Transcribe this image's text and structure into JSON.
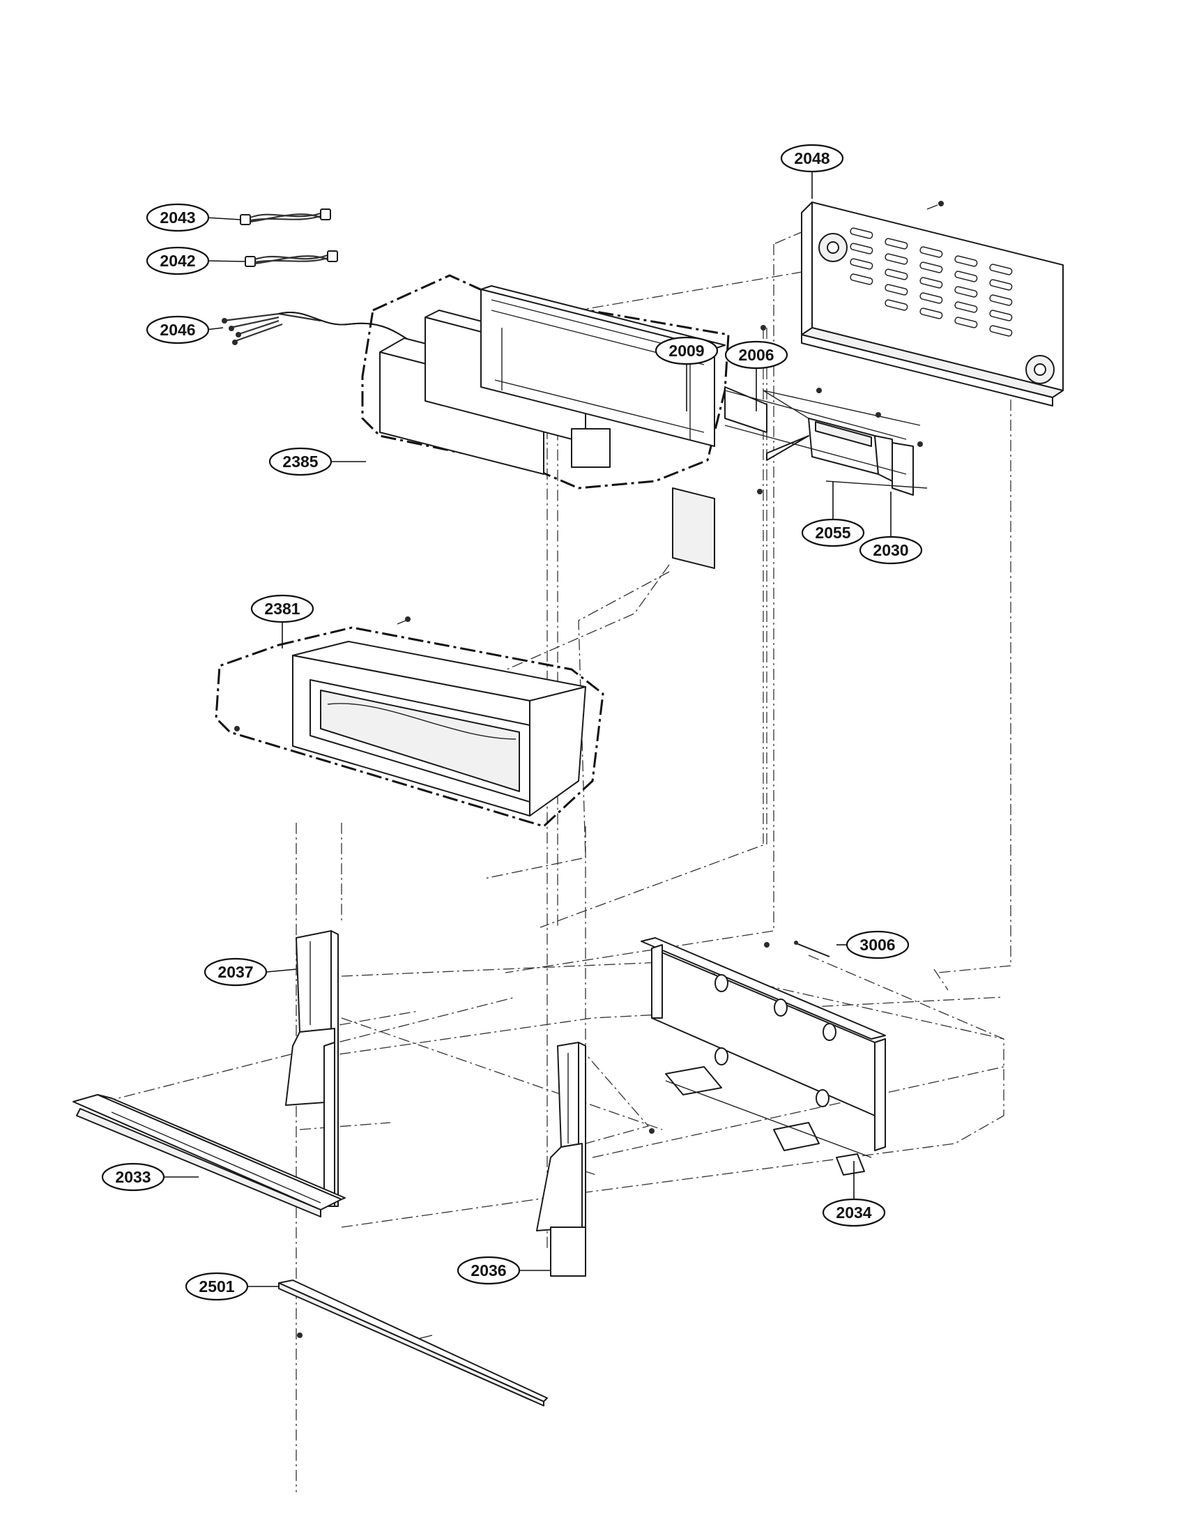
{
  "callouts": [
    {
      "id": "2048",
      "label": "2048"
    },
    {
      "id": "2043",
      "label": "2043"
    },
    {
      "id": "2042",
      "label": "2042"
    },
    {
      "id": "2046",
      "label": "2046"
    },
    {
      "id": "2009",
      "label": "2009"
    },
    {
      "id": "2006",
      "label": "2006"
    },
    {
      "id": "2385",
      "label": "2385"
    },
    {
      "id": "2055",
      "label": "2055"
    },
    {
      "id": "2030",
      "label": "2030"
    },
    {
      "id": "2381",
      "label": "2381"
    },
    {
      "id": "3006",
      "label": "3006"
    },
    {
      "id": "2037",
      "label": "2037"
    },
    {
      "id": "2033",
      "label": "2033"
    },
    {
      "id": "2034",
      "label": "2034"
    },
    {
      "id": "2036",
      "label": "2036"
    },
    {
      "id": "2501",
      "label": "2501"
    }
  ]
}
